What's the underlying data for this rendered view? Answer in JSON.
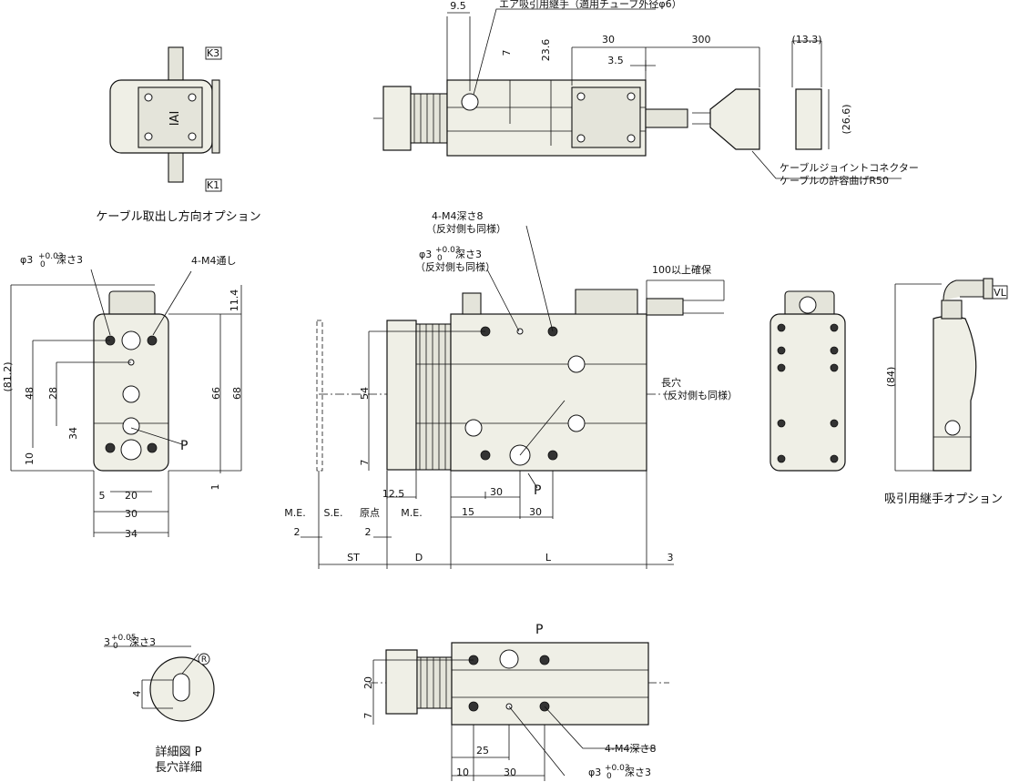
{
  "labels": {
    "air_fitting": "エア吸引用継手（適用チューブ外径φ6）",
    "connector_1": "ケーブルジョイントコネクター",
    "connector_2": "ケーブルの許容曲げR50",
    "cable_option": "ケーブル取出し方向オプション",
    "suction_option": "吸引用継手オプション",
    "tap_depth8_top": "4-M4深さ8",
    "same_opposite_1": "（反対側も同様）",
    "pin_depth3": "深さ3",
    "same_opposite_2": "（反対側も同様）",
    "clearance": "100以上確保",
    "slot": "長穴",
    "same_opposite_3": "（反対側も同様）",
    "through_tap": "4-M4通し",
    "detail_title": "詳細図 P",
    "detail_sub": "長穴詳細",
    "tap_depth8_bottom": "4-M4深さ8",
    "pin_depth3_bottom": "深さ3",
    "pin_depth3_detail": "深さ3",
    "phi3": "φ3",
    "tol_pin": "+0.03",
    "tol_zero": "0",
    "detail_three": "3",
    "tol_detail": "+0.05",
    "K3": "K3",
    "K1": "K1",
    "VL": "VL",
    "P": "P",
    "R": "R",
    "ME": "M.E.",
    "SE": "S.E.",
    "origin": "原点",
    "ST": "ST",
    "D": "D",
    "L": "L",
    "logo": "IAI"
  },
  "dims": {
    "top_9_5": "9.5",
    "top_23_6": "23.6",
    "top_7": "7",
    "top_30": "30",
    "top_300": "300",
    "top_3_5": "3.5",
    "top_13_3": "(13.3)",
    "top_26_6": "(26.6)",
    "left_81_2": "(81.2)",
    "left_48": "48",
    "left_28": "28",
    "left_34": "34",
    "left_10": "10",
    "left_11_4": "11.4",
    "left_66": "66",
    "left_68": "68",
    "left_1": "1",
    "left_5": "5",
    "left_20": "20",
    "left_30": "30",
    "left_34w": "34",
    "mid_54": "54",
    "mid_7": "7",
    "mid_12_5": "12.5",
    "mid_30a": "30",
    "mid_15": "15",
    "mid_30b": "30",
    "mid_2a": "2",
    "mid_2b": "2",
    "mid_3": "3",
    "right_84": "(84)",
    "det_4": "4",
    "bot_20": "20",
    "bot_7": "7",
    "bot_25": "25",
    "bot_10": "10",
    "bot_30": "30"
  }
}
